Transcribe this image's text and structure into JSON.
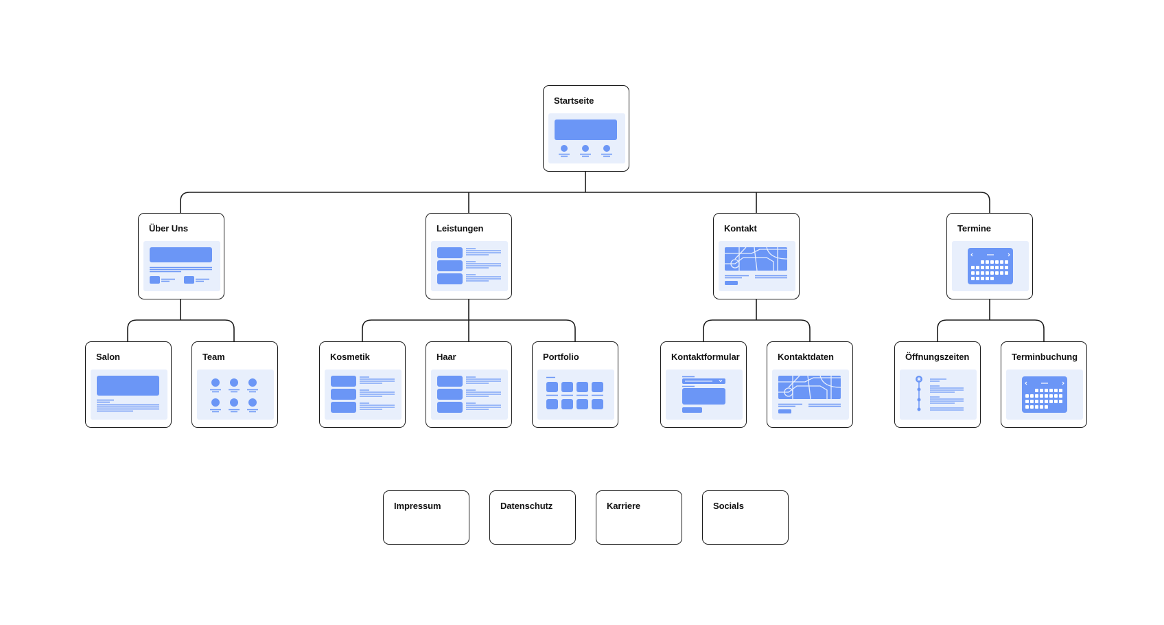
{
  "nodes": {
    "startseite": {
      "title": "Startseite",
      "thumb": "hero-features-icon"
    },
    "ueber_uns": {
      "title": "Über Uns",
      "thumb": "hero-text-icon"
    },
    "leistungen": {
      "title": "Leistungen",
      "thumb": "list-rows-icon"
    },
    "kontakt": {
      "title": "Kontakt",
      "thumb": "map-icon"
    },
    "termine": {
      "title": "Termine",
      "thumb": "calendar-icon"
    },
    "salon": {
      "title": "Salon",
      "thumb": "banner-text-icon"
    },
    "team": {
      "title": "Team",
      "thumb": "team-grid-icon"
    },
    "kosmetik": {
      "title": "Kosmetik",
      "thumb": "list-rows-icon"
    },
    "haar": {
      "title": "Haar",
      "thumb": "list-rows-icon"
    },
    "portfolio": {
      "title": "Portfolio",
      "thumb": "gallery-grid-icon"
    },
    "kontaktformular": {
      "title": "Kontaktformular",
      "thumb": "form-icon"
    },
    "kontaktdaten": {
      "title": "Kontaktdaten",
      "thumb": "map-icon"
    },
    "oeffnungszeiten": {
      "title": "Öffnungszeiten",
      "thumb": "timeline-icon"
    },
    "terminbuchung": {
      "title": "Terminbuchung",
      "thumb": "calendar-icon"
    },
    "impressum": {
      "title": "Impressum"
    },
    "datenschutz": {
      "title": "Datenschutz"
    },
    "karriere": {
      "title": "Karriere"
    },
    "socials": {
      "title": "Socials"
    }
  },
  "colors": {
    "thumb_background": "#e8effc",
    "accent": "#6b96f6",
    "stroke": "#1c1c1c"
  }
}
